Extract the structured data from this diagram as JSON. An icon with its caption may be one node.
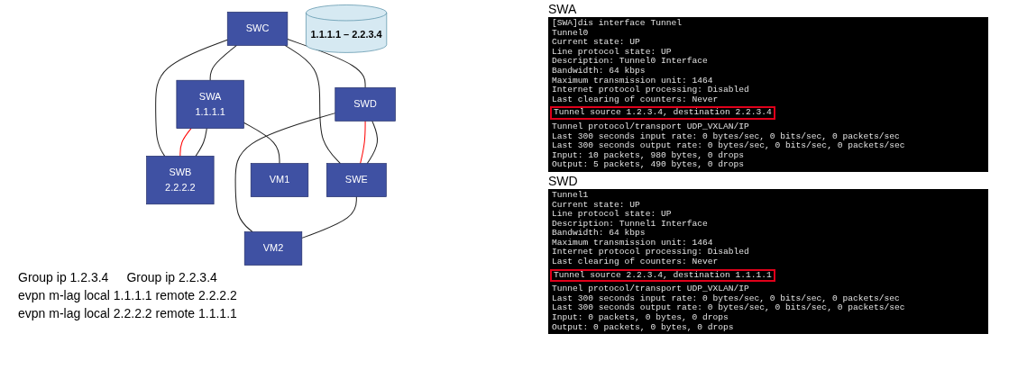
{
  "diagram": {
    "nodes": [
      {
        "text": [
          "SWC"
        ]
      },
      {
        "text": [
          "1.1.1.1 – 2.2.3.4"
        ]
      },
      {
        "text": [
          "SWA",
          "1.1.1.1"
        ]
      },
      {
        "text": [
          "SWB",
          "2.2.2.2"
        ]
      },
      {
        "text": [
          "SWD"
        ]
      },
      {
        "text": [
          "SWE"
        ]
      },
      {
        "text": [
          "VM1"
        ]
      },
      {
        "text": [
          "VM2"
        ]
      }
    ],
    "edges": [
      {
        "from": 0,
        "to": 2,
        "arrow": "none"
      },
      {
        "from": 0,
        "to": 3,
        "arrow": "none"
      },
      {
        "from": 0,
        "to": 4,
        "arrow": "none"
      },
      {
        "from": 0,
        "to": 5,
        "arrow": "none"
      },
      {
        "from": 2,
        "to": 3,
        "arrow": "none",
        "color": "#ff0000"
      },
      {
        "from": 2,
        "to": 3,
        "arrow": "none"
      },
      {
        "from": 4,
        "to": 5,
        "arrow": "none",
        "color": "#ff0000"
      },
      {
        "from": 4,
        "to": 5,
        "arrow": "none"
      },
      {
        "from": 2,
        "to": 6,
        "arrow": "none"
      },
      {
        "from": 4,
        "to": 7,
        "arrow": "none"
      },
      {
        "from": 5,
        "to": 7,
        "arrow": "none"
      }
    ],
    "labels": [
      "Group ip 1.2.3.4",
      "Group ip 2.2.3.4",
      "evpn m-lag local 1.1.1.1 remote 2.2.2.2",
      "evpn m-lag local 2.2.2.2 remote 1.1.1.1",
      "SWA",
      "[SWA]dis interface Tunnel",
      "Tunnel0",
      "Current state: UP",
      "Line protocol state: UP",
      "Description: Tunnel0 Interface",
      "Bandwidth: 64 kbps",
      "Maximum transmission unit: 1464",
      "Internet protocol processing: Disabled",
      "Last clearing of counters: Never",
      "Tunnel source 1.2.3.4, destination 2.2.3.4",
      "Tunnel protocol/transport UDP_VXLAN/IP",
      "Last 300 seconds input rate: 0 bytes/sec, 0 bits/sec, 0 packets/sec",
      "Last 300 seconds output rate: 0 bytes/sec, 0 bits/sec, 0 packets/sec",
      "Input: 10 packets, 980 bytes, 0 drops",
      "Output: 5 packets, 490 bytes, 0 drops",
      "SWD",
      "Tunnel1",
      "Current state: UP",
      "Line protocol state: UP",
      "Description: Tunnel1 Interface",
      "Bandwidth: 64 kbps",
      "Maximum transmission unit: 1464",
      "Internet protocol processing: Disabled",
      "Last clearing of counters: Never",
      "Tunnel source 2.2.3.4, destination 1.1.1.1",
      "Tunnel protocol/transport UDP_VXLAN/IP",
      "Last 300 seconds input rate: 0 bytes/sec, 0 bits/sec, 0 packets/sec",
      "Last 300 seconds output rate: 0 bytes/sec, 0 bits/sec, 0 packets/sec",
      "Input: 0 packets, 0 bytes, 0 drops",
      "Output: 0 packets, 0 bytes, 0 drops"
    ]
  }
}
